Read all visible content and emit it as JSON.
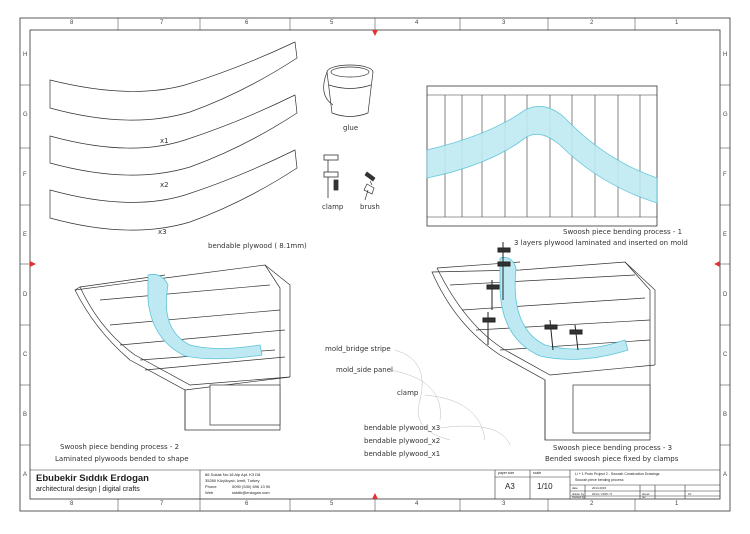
{
  "grid": {
    "cols": [
      "8",
      "7",
      "6",
      "5",
      "4",
      "3",
      "2",
      "1"
    ],
    "rows": [
      "H",
      "G",
      "F",
      "E",
      "D",
      "C",
      "B",
      "A"
    ]
  },
  "drawing": {
    "labels": {
      "x1": "x1",
      "x2": "x2",
      "x3": "x3",
      "glue": "glue",
      "clamp": "clamp",
      "brush": "brush",
      "plywood": "bendable plywood ( 8.1mm)",
      "step1_title": "Swoosh piece bending process - 1",
      "step1_desc": "3 layers plywood laminated and inserted on mold",
      "step2_title": "Swoosh piece bending process - 2",
      "step2_desc": "Laminated plywoods bended to shape",
      "step3_title": "Swoosh piece bending process - 3",
      "step3_desc": "Bended swoosh piece fixed by clamps",
      "mold_bridge": "mold_bridge stripe",
      "mold_side": "mold_side panel",
      "clamp_callout": "clamp",
      "ply3": "bendable plywood_x3",
      "ply2": "bendable plywood_x2",
      "ply1": "bendable plywood_x1"
    },
    "accent_color": "#bfe9f2",
    "accent_stroke": "#5bc3d8"
  },
  "titleblock": {
    "name": "Ebubekir Sıddık Erdogan",
    "tagline": "architectural design | digital crafts",
    "address_line1": "86 Sokak  No:18  Alp Apt. K3 D8",
    "address_line2": "35280       Küçükyalı, Izmit, Turkey",
    "phone_label": "Phone",
    "phone": "0090 (530) 696 13 90",
    "web_label": "Web",
    "web": "siddik@erdogan.com",
    "paper_size_label": "paper size",
    "paper_size": "A3",
    "scale_label": "scale",
    "scale": "1/10",
    "project_title": "Li + 1  Proto Project 2 - Swoosh Construction Drawings",
    "sheet_title": "Swoosh piece bending process",
    "r1a": "date",
    "r1b": "2014.2015",
    "r2a": "drawn by",
    "r2b": "2014 / 2015 / 5",
    "r2c": "sheet",
    "r2d": "10",
    "r3a": "checked by",
    "r3b": "rev."
  }
}
